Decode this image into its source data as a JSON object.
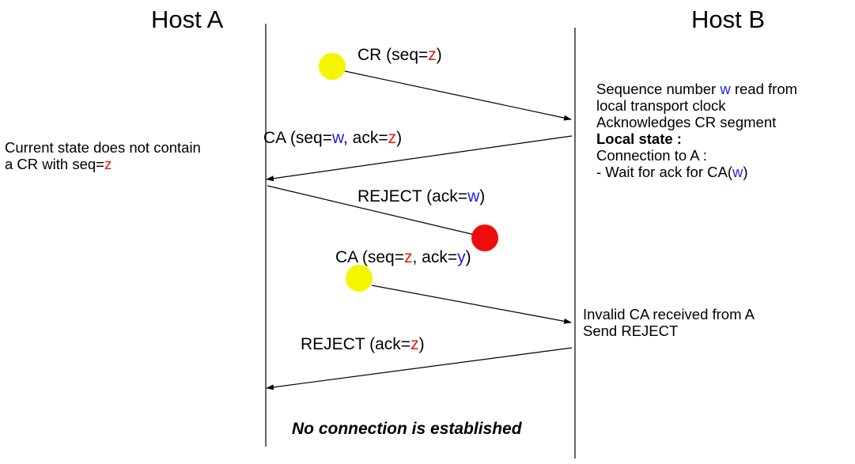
{
  "hosts": {
    "a": "Host A",
    "b": "Host B"
  },
  "messages": {
    "cr": {
      "name": "CR",
      "pre": " (seq=",
      "var1": "z",
      "end": ")"
    },
    "ca1": {
      "name": "CA",
      "pre": " (seq=",
      "var1": "w",
      "mid": ", ack=",
      "var2": "z",
      "end": ")"
    },
    "reject1": {
      "name": "REJECT",
      "pre": " (ack=",
      "var1": "w",
      "end": ")"
    },
    "ca2": {
      "name": "CA",
      "pre": " (seq=",
      "var1": "z",
      "mid": ", ack=",
      "var2": "y",
      "end": ")"
    },
    "reject2": {
      "name": "REJECT",
      "pre": " (ack=",
      "var1": "z",
      "end": ")"
    }
  },
  "host_b_note": {
    "line1_pre": "Sequence number ",
    "line1_var": "w",
    "line1_post": " read from",
    "line2": "local transport clock",
    "line3": "Acknowledges CR segment",
    "line4": "Local state :",
    "line5": "Connection to A :",
    "line6_pre": "- Wait for ack for CA(",
    "line6_var": "w",
    "line6_post": ")"
  },
  "host_a_note": {
    "line1": "Current state does not contain",
    "line2_pre": "a CR with seq=",
    "line2_var": "z"
  },
  "host_b_note2": {
    "line1": "Invalid CA received from A",
    "line2": "Send REJECT"
  },
  "footer": "No connection is established",
  "colors": {
    "var_red": "#e8170f",
    "var_blue": "#1f1fef",
    "dot_yellow": "#f5f500",
    "dot_red": "#ee0d0d",
    "line": "#000000"
  }
}
